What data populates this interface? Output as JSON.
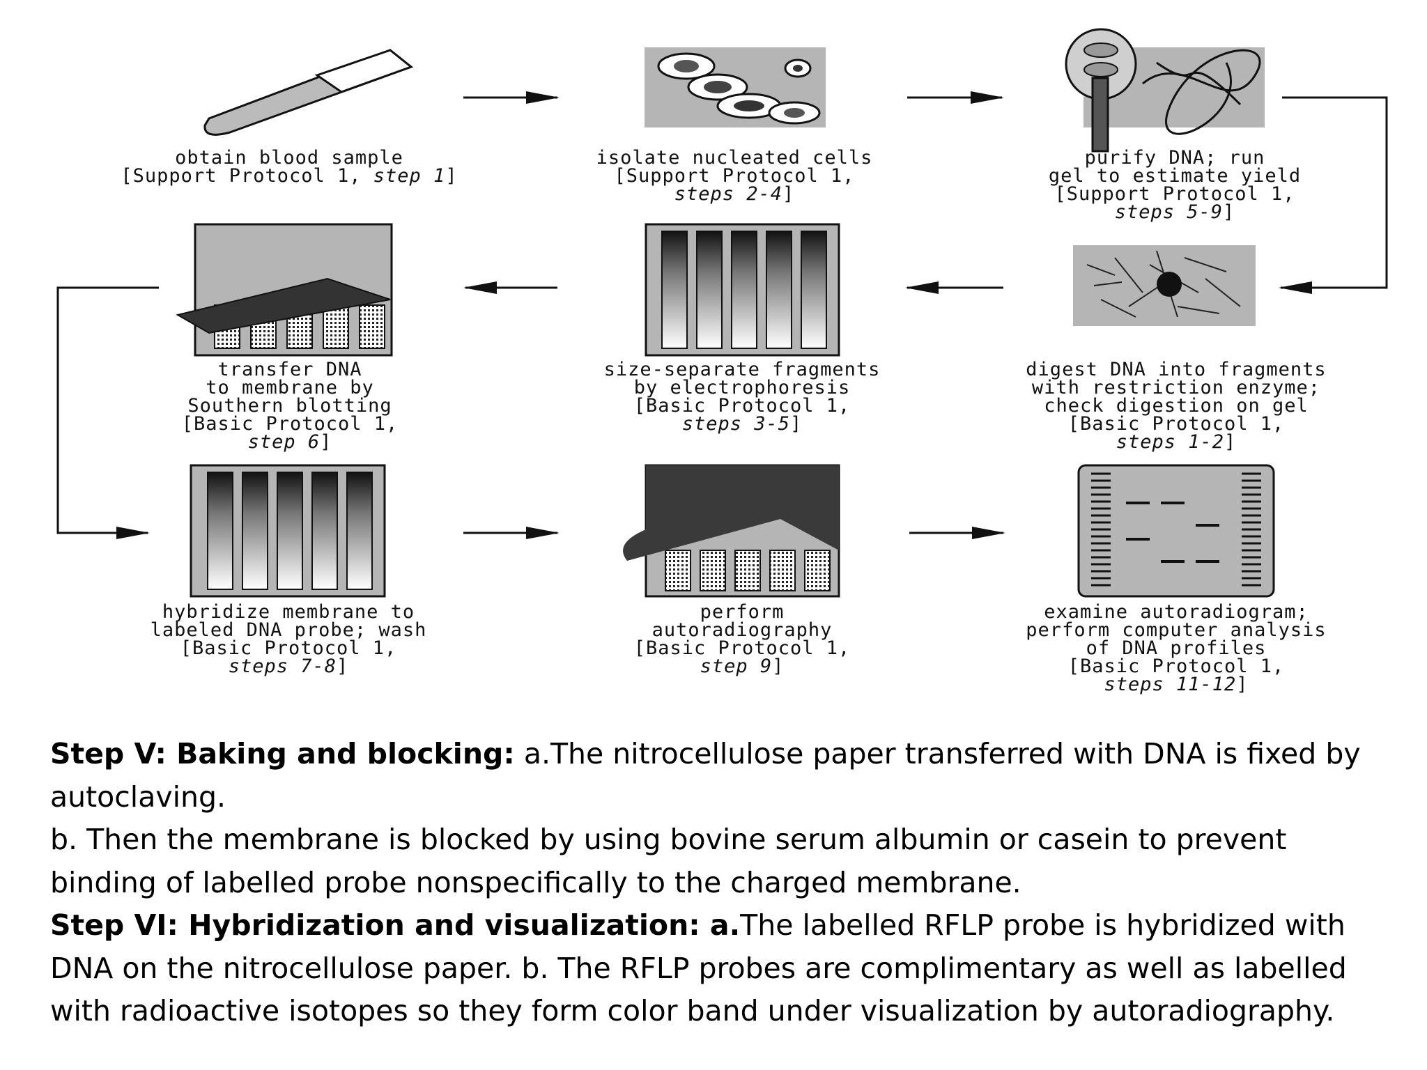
{
  "steps": [
    {
      "lines": [
        "obtain blood sample"
      ],
      "ref": "[Support Protocol 1,",
      "ref_italic": "step 1",
      "ref_end": "]"
    },
    {
      "lines": [
        "isolate nucleated cells"
      ],
      "ref": "[Support Protocol 1,",
      "ref_italic": "steps 2-4",
      "ref_end": "]"
    },
    {
      "lines": [
        "purify DNA; run",
        "gel to estimate yield"
      ],
      "ref": "[Support Protocol 1,",
      "ref_italic": "steps 5-9",
      "ref_end": "]"
    },
    {
      "lines": [
        "transfer DNA",
        "to membrane by",
        "Southern blotting"
      ],
      "ref": "[Basic Protocol 1,",
      "ref_italic": "step 6",
      "ref_end": "]"
    },
    {
      "lines": [
        "size-separate fragments",
        "by electrophoresis"
      ],
      "ref": "[Basic Protocol 1,",
      "ref_italic": "steps 3-5",
      "ref_end": "]"
    },
    {
      "lines": [
        "digest DNA into fragments",
        "with restriction enzyme;",
        "check digestion on gel"
      ],
      "ref": "[Basic Protocol 1,",
      "ref_italic": "steps 1-2",
      "ref_end": "]"
    },
    {
      "lines": [
        "hybridize membrane to",
        "labeled DNA probe; wash"
      ],
      "ref": "[Basic Protocol 1,",
      "ref_italic": "steps 7-8",
      "ref_end": "]"
    },
    {
      "lines": [
        "perform",
        "autoradiography"
      ],
      "ref": "[Basic Protocol 1,",
      "ref_italic": "step 9",
      "ref_end": "]"
    },
    {
      "lines": [
        "examine autoradiogram;",
        "perform computer analysis",
        "of DNA profiles"
      ],
      "ref": "[Basic Protocol 1,",
      "ref_italic": "steps 11-12",
      "ref_end": "]"
    }
  ],
  "text": {
    "step5_heading": "Step V: Baking and blocking:",
    "step5_a": " a.The nitrocellulose paper transferred with DNA is fixed by autoclaving.",
    "step5_b": "b. Then the membrane is blocked by using bovine serum albumin or casein to prevent binding of labelled probe nonspecifically to the charged membrane.",
    "step6_heading": "Step VI: Hybridization and visualization: a.",
    "step6_body": "The labelled RFLP probe is hybridized with DNA on the nitrocellulose paper. b. The RFLP probes are complimentary as well as labelled with radioactive isotopes so they form color band under visualization by autoradiography."
  },
  "colors": {
    "ink": "#111111",
    "gray": "#b8b8b8",
    "dark": "#3a3a3a"
  }
}
